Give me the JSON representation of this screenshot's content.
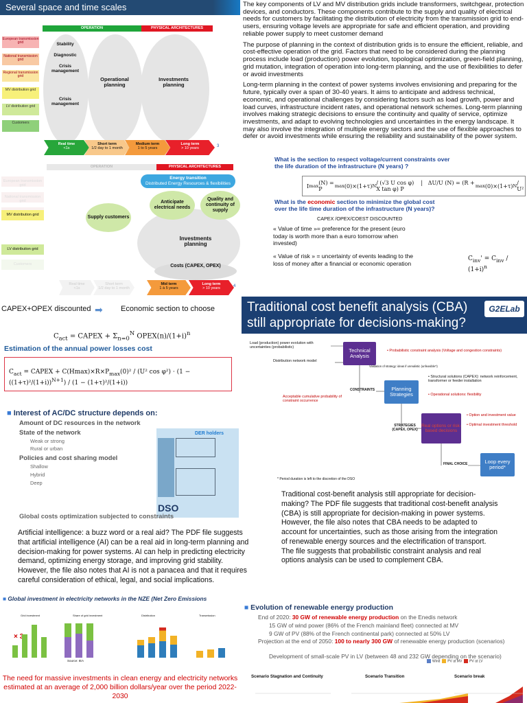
{
  "slide1": {
    "title": "Several space and time scales",
    "operation_label": "OPERATION",
    "physical_label": "PHYSICAL ARCHITECTURES",
    "levels": [
      "European transmission grid",
      "National transmission grid",
      "Regional transmission grid",
      "MV distribution grid",
      "LV distribution grid",
      "Customers"
    ],
    "labels": [
      "Stability",
      "Diagnostic",
      "Crisis management",
      "Crisis management"
    ],
    "operational_planning": "Operational planning",
    "investments_planning": "Investments planning",
    "timescales": [
      {
        "name": "Real time",
        "sub": "<1s"
      },
      {
        "name": "Short term",
        "sub": "1/2 day to 1 month"
      },
      {
        "name": "Medium term",
        "sub": "1 to 5 years"
      },
      {
        "name": "Long term",
        "sub": "> 10 years"
      }
    ],
    "page_no": "3"
  },
  "text1": {
    "p1": "The key components of LV and MV distribution grids include transformers, switchgear, protection devices, and conductors. These components contribute to the supply and quality of electrical needs for customers by facilitating the distribution of electricity from the transmission grid to end-users, ensuring voltage levels are appropriate for safe and efficient operation, and providing reliable power supply to meet customer demand",
    "p2": "The purpose of planning in the context of distribution grids is to ensure the efficient, reliable, and cost-effective operation of the grid. Factors that need to be considered during the planning process include load (production) power evolution, topological optimization, green-field planning, grid mutation, integration of operation into long-term planning, and the use of flexibilities to defer or avoid investments",
    "p3": "Long-term planning in the context of power systems involves envisioning and preparing for the future, typically over a span of 30-40 years. It aims to anticipate and address technical, economic, and operational challenges by considering factors such as load growth, power and load curves, infrastructure incident rates, and operational network schemes. Long-term planning involves making strategic decisions to ensure the continuity and quality of service, optimize investments, and adapt to evolving technologies and uncertainties in the energy landscape. It may also involve the integration of multiple energy sectors and the use of flexible approaches to defer or avoid investments while ensuring the reliability and sustainability of the power system."
  },
  "slide2": {
    "operation_label": "OPERATION",
    "physical_label": "PHYSICAL ARCHITECTURES",
    "levels": [
      "European transmission grid",
      "National transmission grid",
      "Regional transmission grid",
      "MV distribution grid",
      "LV distribution grid",
      "Customers"
    ],
    "energy_transition": "Energy transition",
    "energy_transition_sub": "Distributed Energy Resources & flexibilities",
    "anticipate": "Anticipate electrical needs",
    "quality": "Quality and continuity of supply",
    "supply": "Supply customers",
    "investments": "Investments planning",
    "costs": "Costs (CAPEX, OPEX)",
    "timescales": [
      {
        "name": "Real time",
        "sub": "<1s"
      },
      {
        "name": "Short term",
        "sub": "1/2 day to 1 month"
      },
      {
        "name": "Mid term",
        "sub": "1 à 5 years"
      },
      {
        "name": "Long term",
        "sub": "> 10 years"
      }
    ],
    "page_no": "4"
  },
  "formulas": {
    "q1": "What is the section to respect voltage/current constraints over the life duration of the infrastructure (N years) ?",
    "q2_prefix": "What is the ",
    "q2_highlight": "economic",
    "q2_suffix": " section to minimize the global cost over the life time duration of the infrastructure (N years)?",
    "capex_note": "CAPEX /OPEX/COEST DISCOUNTED",
    "value_time": "« Value of time »= preference for the present (euro today is worth more than a euro tomorrow when invested)",
    "value_risk": "« Value of risk » = uncertainty of events leading to the loss of money after a financial or economic operation",
    "capex_discounted": "CAPEX+OPEX discounted",
    "economic_section": "Economic section to choose",
    "losses_title": "Estimation of the annual power losses cost"
  },
  "cba": {
    "title_line1": "Traditional cost benefit analysis (CBA)",
    "title_line2": "still appropriate for decisions-making?",
    "logo": "G2ELab",
    "input1": "Load (production) power evolution with uncertainties (probabilistic)",
    "input2": "Distribution network model",
    "input3": "Acceptable cumulative probability of constraint occurrence",
    "node1": "Technical Analysis",
    "node2": "Planning Strategies",
    "node3": "Real options or risk-based decisions",
    "node4": "Loop every period*",
    "constraints": "CONSTRAINTS",
    "strategies": "STRATEGIES (CAPEX, OPEX)",
    "final_choice": "FINAL CHOICE",
    "validation": "Validation of strategy: ideas if unrealistic (unfeasible?)",
    "r1": "• Probabilistic constraint analysis (Voltage and congestion constraints)",
    "r2": "• Structural solutions (CAPEX): network reinforcement, transformer or feeder installation",
    "r3": "• Operational solutions: flexibility",
    "r4": "• Option and investment value",
    "r5": "• Optimal investment threshold",
    "footnote": "* Period duration is left to the discretion of the DSO"
  },
  "text_cba": "Traditional cost-benefit analysis still appropriate for decision-making? The PDF file suggests that traditional cost-benefit analysis (CBA) is still appropriate for decision-making in power systems. However, the file also notes that CBA needs to be adapted to account for uncertainties, such as those arising from the integration of renewable energy sources and the electrification of transport. The file suggests that probabilistic constraint analysis and real options analysis can be used to complement CBA.",
  "acdc": {
    "heading": "Interest of AC/DC structure depends on:",
    "item1": "Amount of DC resources in the network",
    "item2": "State of the network",
    "item2_subs": [
      "Weak or strong",
      "Rural or urban"
    ],
    "item3": "Policies and cost sharing model",
    "item3_subs": [
      "Shallow",
      "Hybrid",
      "Deep"
    ],
    "der": "DER holders",
    "dso": "DSO",
    "global": "Global costs optimization subjected to constraints"
  },
  "text_ai": "Artificial intelligence: a buzz word or a real aid? The PDF file suggests that artificial intelligence (AI) can be a real aid in long-term planning and decision-making for power systems. AI can help in predicting electricity demand, optimizing energy storage, and improving grid stability. However, the file also notes that AI is not a panacea and that it requires careful consideration of ethical, legal, and social implications.",
  "invest": {
    "heading": "Global investment in electricity networks in the NZE (Net Zero Emissions",
    "x3": "× 3",
    "chart1_title": "Grid investment",
    "chart2_title": "Share of grid investment",
    "source": "Source: IEA",
    "distribution": "Distribution",
    "transmission": "Transmission",
    "caption": "The need for massive investments in clean energy and electricity networks estimated at an average of 2,000 billion dollars/year over the period 2022-2030"
  },
  "renew": {
    "heading": "Evolution of renewable energy production",
    "b1_prefix": "End of 2020: ",
    "b1_red": "30 GW of renewable energy production",
    "b1_suffix": " on the Enedis network",
    "b1a": "15 GW of wind power (86% of the French mainland fleet) connected at MV",
    "b1b": "9 GW of PV (88% of the French continental park) connected at 50% LV",
    "b2_prefix": "Projection at the end of 2050: ",
    "b2_red": "100 to nearly 300 GW",
    "b2_suffix": " of renewable energy production (scenarios)",
    "b2a": "Development of small-scale PV in LV (between 48 and 232 GW depending on the scenario)",
    "legend": [
      "Wind",
      "PV at MV",
      "PV at LV"
    ],
    "scenarios": [
      "Scenario Stagnation and Continuity",
      "Scenario Transition",
      "Scenario break"
    ]
  }
}
